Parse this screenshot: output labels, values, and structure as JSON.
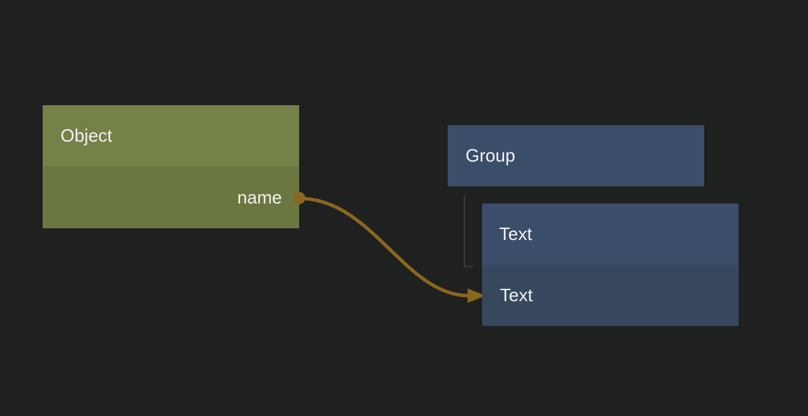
{
  "canvas": {
    "background_color": "#1f2020",
    "text_color": "#f2f2f2"
  },
  "nodes": {
    "object": {
      "title": "Object",
      "colors": {
        "header": "#748147",
        "body": "#6b7740"
      },
      "outputs": [
        {
          "label": "name",
          "port_color": "#8a671e"
        }
      ]
    },
    "group": {
      "title": "Group",
      "colors": {
        "header": "#3a4d69"
      }
    },
    "text": {
      "title": "Text",
      "colors": {
        "header": "#3a4d69",
        "body": "#36475e"
      },
      "rows": [
        {
          "label": "Text"
        }
      ]
    }
  },
  "edges": {
    "wire": {
      "from": "Object.name",
      "to": "Text",
      "color": "#8a671e"
    },
    "hierarchy": {
      "from": "Group",
      "to": "Text",
      "color": "#3b3b3c"
    }
  }
}
